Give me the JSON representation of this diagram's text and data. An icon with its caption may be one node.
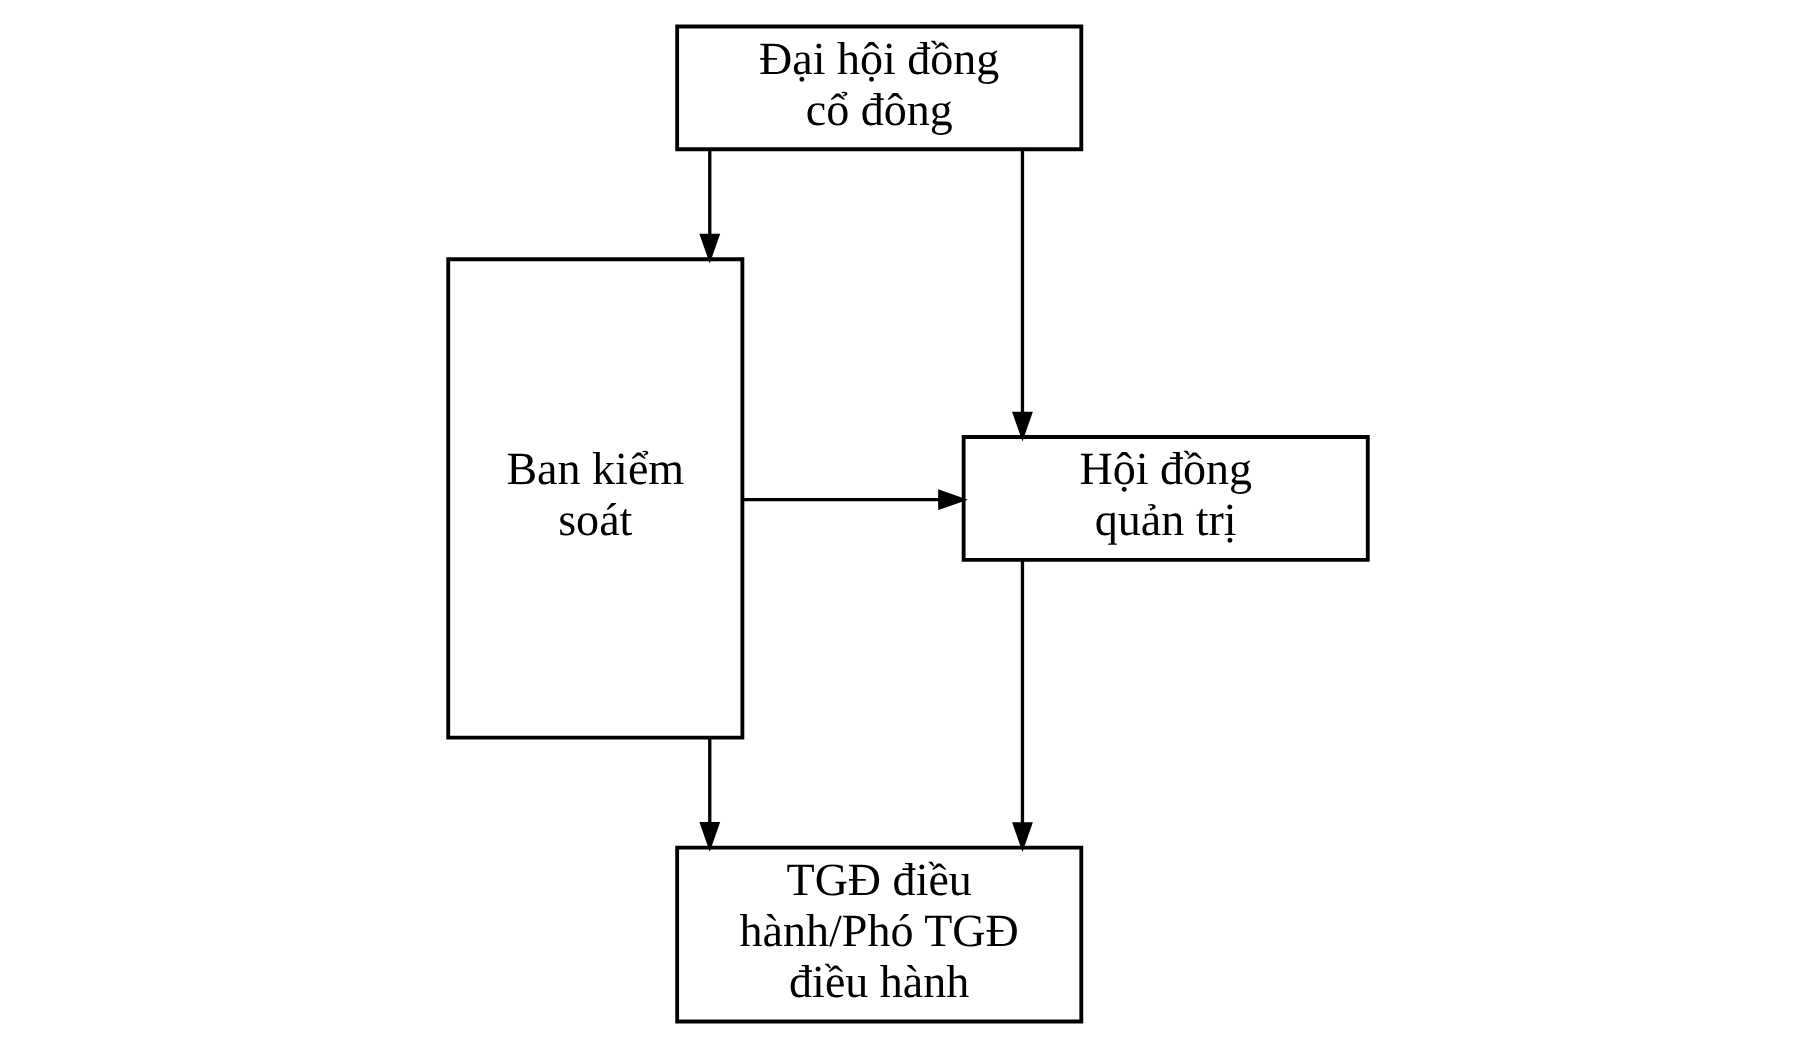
{
  "diagram": {
    "nodes": [
      {
        "text": [
          "Đại hội đồng cổ đông"
        ]
      },
      {
        "text": [
          "Hội đồng quản trị"
        ]
      },
      {
        "text": [
          "TGĐ điều hành/Phó TGĐ điều hành"
        ]
      },
      {
        "text": [
          "Ban kiểm soát"
        ]
      }
    ],
    "edges": [
      {
        "from": 0,
        "to": 3,
        "arrow": "to"
      },
      {
        "from": 0,
        "to": 1,
        "arrow": "to"
      },
      {
        "from": 3,
        "to": 1,
        "arrow": "to"
      },
      {
        "from": 1,
        "to": 2,
        "arrow": "to"
      },
      {
        "from": 3,
        "to": 2,
        "arrow": "to"
      }
    ]
  }
}
